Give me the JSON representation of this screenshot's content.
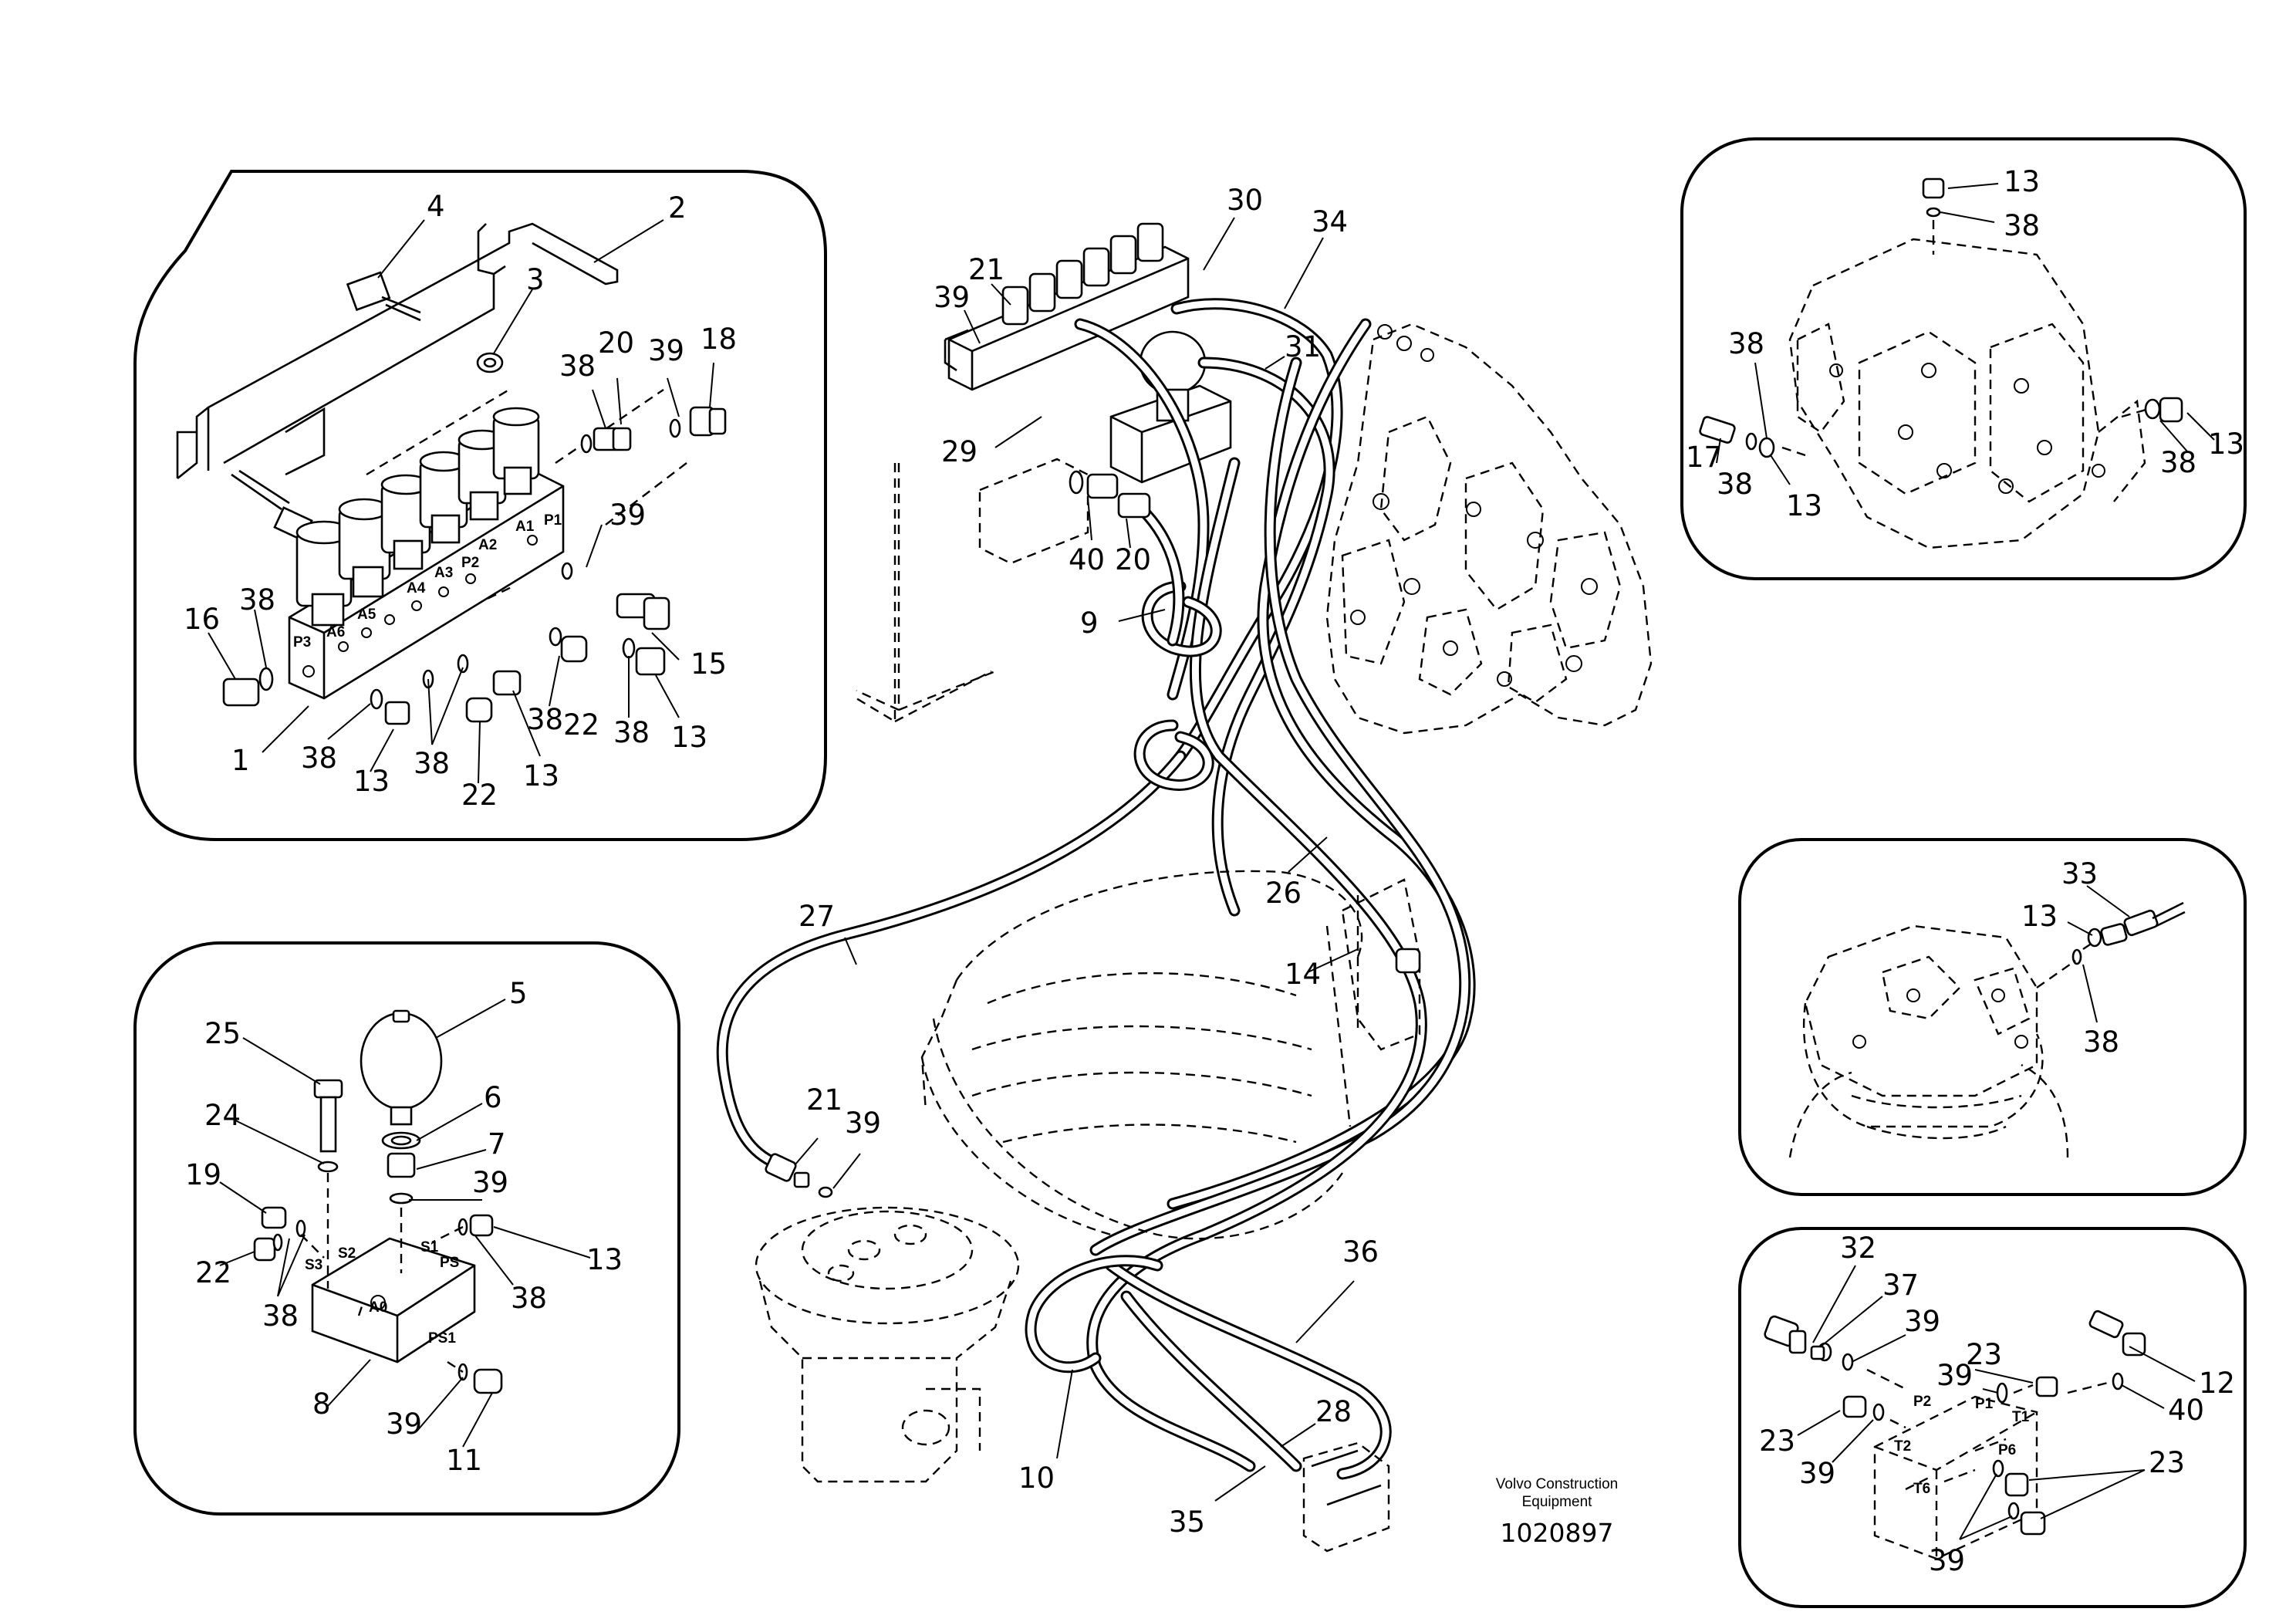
{
  "diagram": {
    "company_line1": "Volvo Construction",
    "company_line2": "Equipment",
    "drawing_number": "1020897"
  },
  "panel_top_left": {
    "callouts": [
      "4",
      "2",
      "3",
      "38",
      "20",
      "39",
      "18",
      "39",
      "16",
      "38",
      "15",
      "1",
      "38",
      "13",
      "38",
      "22",
      "13",
      "38",
      "22",
      "38",
      "13"
    ],
    "port_labels": [
      "P3",
      "A6",
      "A5",
      "A4",
      "A3",
      "P2",
      "A2",
      "A1",
      "P1"
    ]
  },
  "panel_bottom_left": {
    "callouts": [
      "5",
      "25",
      "6",
      "24",
      "7",
      "19",
      "39",
      "13",
      "22",
      "38",
      "38",
      "8",
      "39",
      "11"
    ],
    "port_labels": [
      "S3",
      "S2",
      "S1",
      "PS",
      "A0",
      "PS1"
    ]
  },
  "panel_top_right": {
    "callouts": [
      "13",
      "38",
      "38",
      "17",
      "38",
      "13",
      "13",
      "38"
    ]
  },
  "panel_mid_right": {
    "callouts": [
      "33",
      "13",
      "38"
    ]
  },
  "panel_bottom_right": {
    "callouts": [
      "32",
      "37",
      "39",
      "23",
      "39",
      "12",
      "40",
      "23",
      "39",
      "23",
      "39"
    ],
    "port_labels": [
      "P2",
      "P1",
      "T1",
      "T2",
      "P6",
      "T6"
    ]
  },
  "main_view": {
    "callouts": [
      "30",
      "34",
      "21",
      "39",
      "31",
      "29",
      "40",
      "20",
      "9",
      "27",
      "26",
      "14",
      "21",
      "39",
      "36",
      "28",
      "10",
      "35"
    ]
  }
}
